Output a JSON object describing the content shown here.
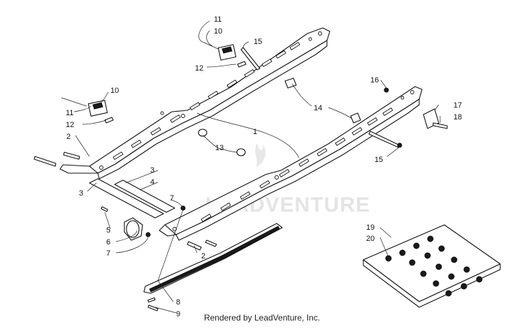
{
  "watermark": {
    "text": "LEADVENTURE",
    "color": "#e4e4e4"
  },
  "footer": {
    "text": "Rendered by LeadVenture, Inc."
  },
  "callouts": [
    "1",
    "2",
    "3",
    "4",
    "5",
    "6",
    "7",
    "8",
    "9",
    "10",
    "11",
    "12",
    "13",
    "14",
    "15",
    "16",
    "17",
    "18",
    "19",
    "20"
  ],
  "colors": {
    "line": "#111111",
    "background": "#ffffff"
  }
}
